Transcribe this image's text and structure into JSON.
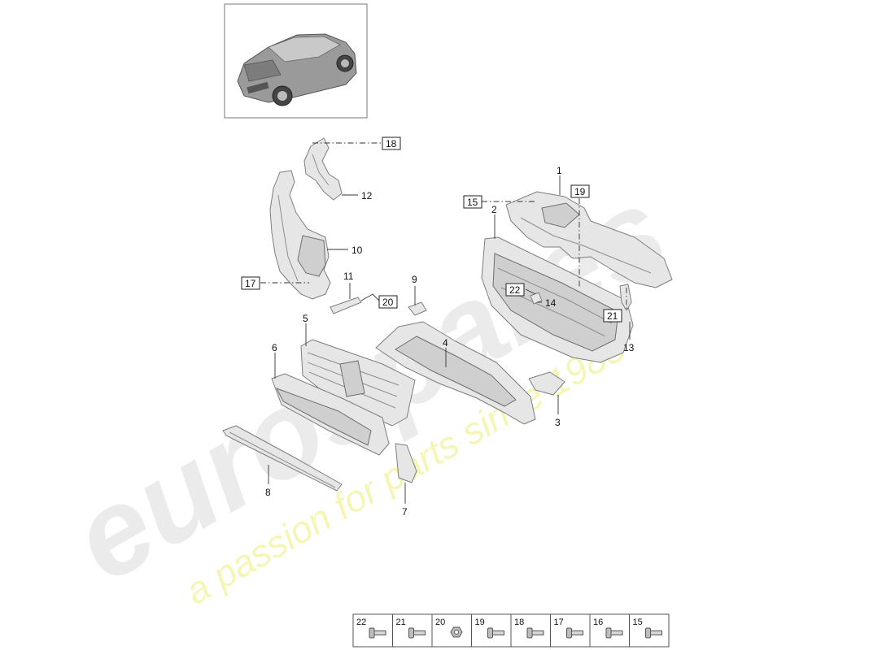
{
  "callouts": [
    {
      "id": "1",
      "label": "1"
    },
    {
      "id": "2",
      "label": "2"
    },
    {
      "id": "3",
      "label": "3"
    },
    {
      "id": "4",
      "label": "4"
    },
    {
      "id": "5",
      "label": "5"
    },
    {
      "id": "6",
      "label": "6"
    },
    {
      "id": "7",
      "label": "7"
    },
    {
      "id": "8",
      "label": "8"
    },
    {
      "id": "9",
      "label": "9"
    },
    {
      "id": "10",
      "label": "10"
    },
    {
      "id": "11",
      "label": "11"
    },
    {
      "id": "12",
      "label": "12"
    },
    {
      "id": "13",
      "label": "13"
    },
    {
      "id": "14",
      "label": "14"
    }
  ],
  "boxed_refs": [
    {
      "id": "15",
      "label": "15"
    },
    {
      "id": "17",
      "label": "17"
    },
    {
      "id": "18",
      "label": "18"
    },
    {
      "id": "19",
      "label": "19"
    },
    {
      "id": "20",
      "label": "20"
    },
    {
      "id": "21",
      "label": "21"
    },
    {
      "id": "22",
      "label": "22"
    }
  ],
  "hardware_table": [
    "22",
    "21",
    "20",
    "19",
    "18",
    "17",
    "16",
    "15"
  ],
  "watermark": {
    "brand": "eurospares",
    "slogan": "a passion for parts since 1985"
  },
  "colors": {
    "part_fill": "#e6e6e6",
    "part_stroke": "#7d7d7d",
    "slogan": "#eef07a"
  }
}
